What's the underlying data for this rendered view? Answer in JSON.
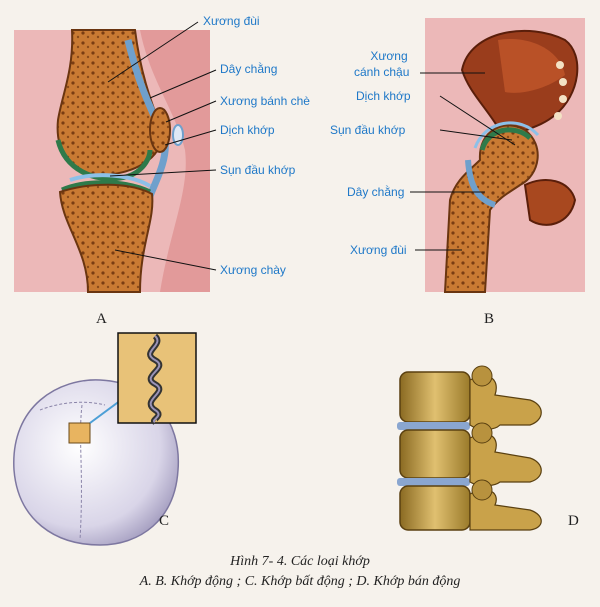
{
  "labels_a": {
    "femur": "Xương đùi",
    "ligament": "Dây chằng",
    "patella": "Xương bánh chè",
    "synovial": "Dịch khớp",
    "cartilage": "Sụn đầu khớp",
    "tibia": "Xương chày"
  },
  "labels_b": {
    "ilium_line1": "Xương",
    "ilium_line2": "cánh chậu",
    "synovial": "Dịch khớp",
    "cartilage": "Sụn đầu khớp",
    "ligament": "Dây chằng",
    "femur": "Xương đùi"
  },
  "panels": {
    "a": "A",
    "b": "B",
    "c": "C",
    "d": "D"
  },
  "caption": {
    "title": "Hình 7- 4. Các loại khớp",
    "subtitle": "A. B. Khớp động ; C. Khớp bất động ; D. Khớp bán động"
  },
  "colors": {
    "label_text": "#1e78c8",
    "bone": "#c9762e",
    "skin": "#ecb8b8",
    "cartilage": "#2e7a4a",
    "ligament": "#6fa0cc"
  }
}
